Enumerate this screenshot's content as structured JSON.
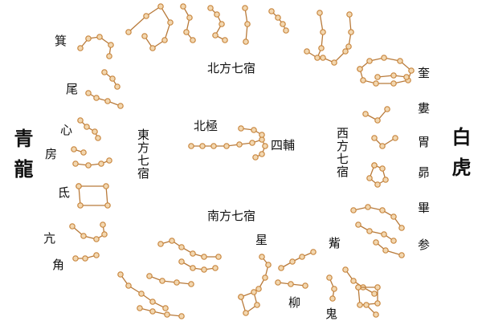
{
  "dragons": {
    "azure": "青龍",
    "white": "白虎"
  },
  "quadrants": {
    "north": "北方七宿",
    "east": "東方七宿",
    "south": "南方七宿",
    "west": "西方七宿"
  },
  "center": {
    "polaris": "北極",
    "four_assistants": "四輔"
  },
  "east_mansions": [
    "箕",
    "尾",
    "心",
    "房",
    "氐",
    "亢",
    "角"
  ],
  "west_mansions": [
    "奎",
    "婁",
    "胃",
    "昴",
    "畢",
    "参"
  ],
  "south_mansions": [
    "觜",
    "星",
    "柳",
    "鬼"
  ],
  "colors": {
    "star_fill": "#f2d7b0",
    "star_stroke": "#c9873f",
    "line": "#b87a3a",
    "text": "#111111"
  }
}
